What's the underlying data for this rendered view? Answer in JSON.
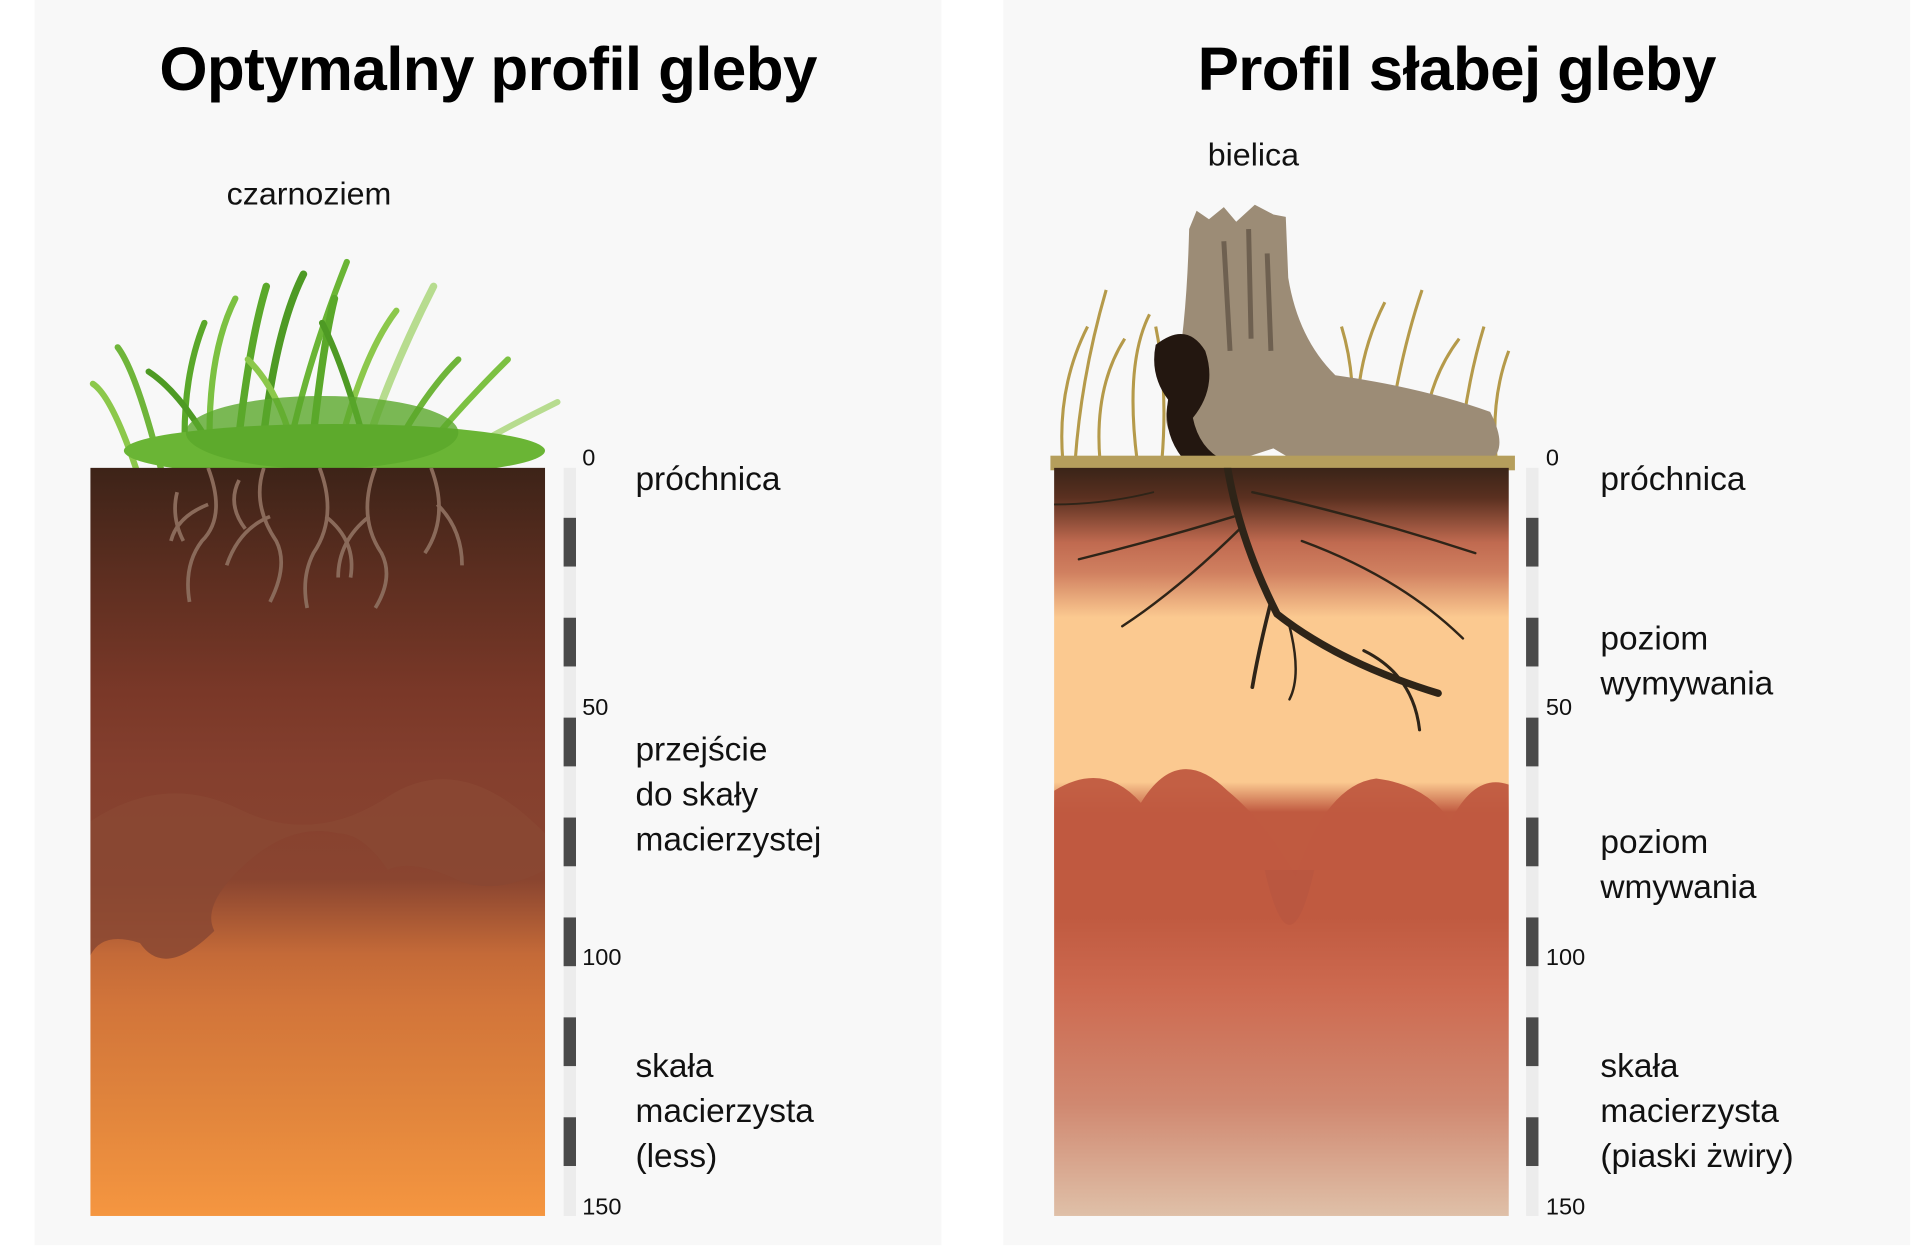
{
  "left": {
    "title": "Optymalny profil gleby",
    "soil_name": "czarnoziem",
    "ticks": [
      "0",
      "50",
      "100",
      "150"
    ],
    "horizons": [
      {
        "lines": [
          "próchnica"
        ]
      },
      {
        "lines": [
          "przejście",
          "do skały",
          "macierzystej"
        ]
      },
      {
        "lines": [
          "skała",
          "macierzysta",
          "(less)"
        ]
      }
    ],
    "illustration": "grass-with-roots"
  },
  "right": {
    "title": "Profil słabej gleby",
    "soil_name": "bielica",
    "ticks": [
      "0",
      "50",
      "100",
      "150"
    ],
    "horizons": [
      {
        "lines": [
          "próchnica"
        ]
      },
      {
        "lines": [
          "poziom",
          "wymywania"
        ]
      },
      {
        "lines": [
          "poziom",
          "wmywania"
        ]
      },
      {
        "lines": [
          "skała",
          "macierzysta",
          "(piaski żwiry)"
        ]
      }
    ],
    "illustration": "tree-stump-with-dry-grass"
  },
  "colors": {
    "humus": "#3d2318",
    "loess": "#f59640",
    "eluvial": "#fbc990",
    "illuvial": "#c05a40",
    "sand_gravel": "#dfc0a8",
    "grass": "#5aa82a",
    "scale_dash": "#4a4a4a"
  }
}
